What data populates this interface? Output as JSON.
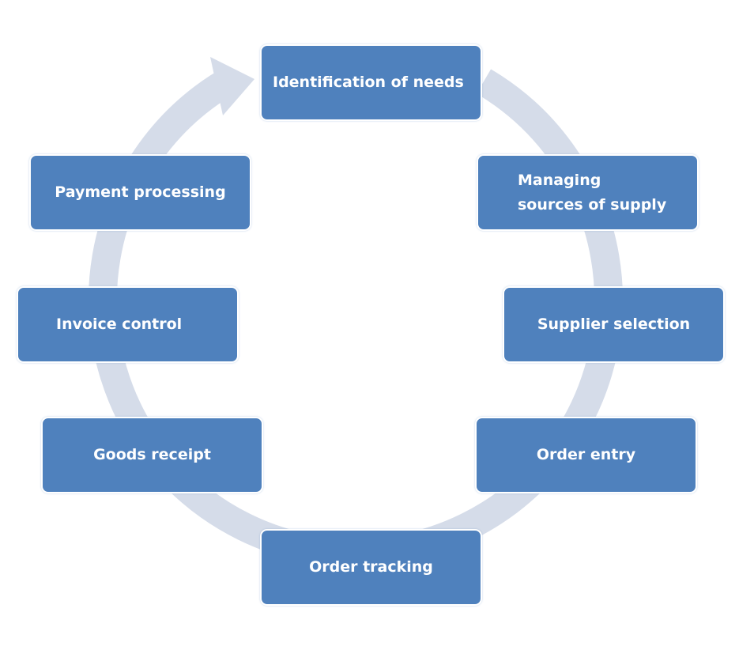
{
  "colors": {
    "box_fill": "#4f81bd",
    "box_border": "#ffffff",
    "box_text": "#ffffff",
    "ring": "#d5dce9",
    "background": "#ffffff"
  },
  "diagram": {
    "type": "cycle",
    "direction": "clockwise",
    "steps": [
      {
        "id": "identification",
        "label": "Identification of needs"
      },
      {
        "id": "managing",
        "label": "Managing\nsources of supply"
      },
      {
        "id": "supplier",
        "label": "Supplier selection"
      },
      {
        "id": "order-entry",
        "label": "Order entry"
      },
      {
        "id": "order-tracking",
        "label": "Order tracking"
      },
      {
        "id": "goods-receipt",
        "label": "Goods receipt"
      },
      {
        "id": "invoice",
        "label": "Invoice control"
      },
      {
        "id": "payment",
        "label": "Payment processing"
      }
    ]
  }
}
